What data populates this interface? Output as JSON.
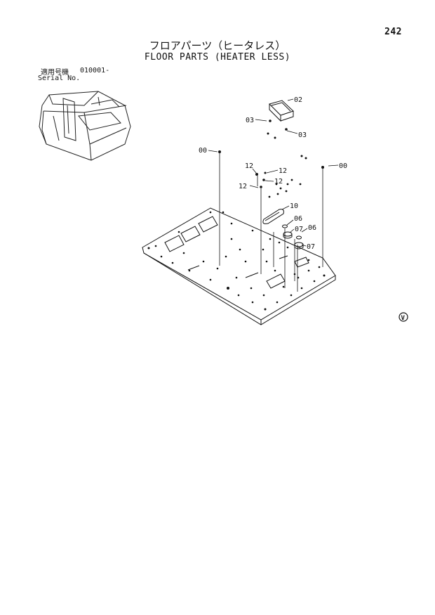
{
  "header": {
    "page_number": "242",
    "title_jp": "フロアパーツ（ヒータレス）",
    "title_en": "FLOOR PARTS (HEATER LESS)"
  },
  "serial": {
    "label_jp": "適用号機",
    "code": "010001-",
    "label_en": "Serial No."
  },
  "callouts": {
    "c00_left": "00",
    "c00_right": "00",
    "c02": "02",
    "c03_left": "03",
    "c03_right": "03",
    "c06_a": "06",
    "c06_b": "06",
    "c07_a": "07",
    "c07_b": "07",
    "c10": "10",
    "c12_a": "12",
    "c12_b": "12",
    "c12_c": "12",
    "c12_d": "12"
  },
  "corner_mark": "V"
}
